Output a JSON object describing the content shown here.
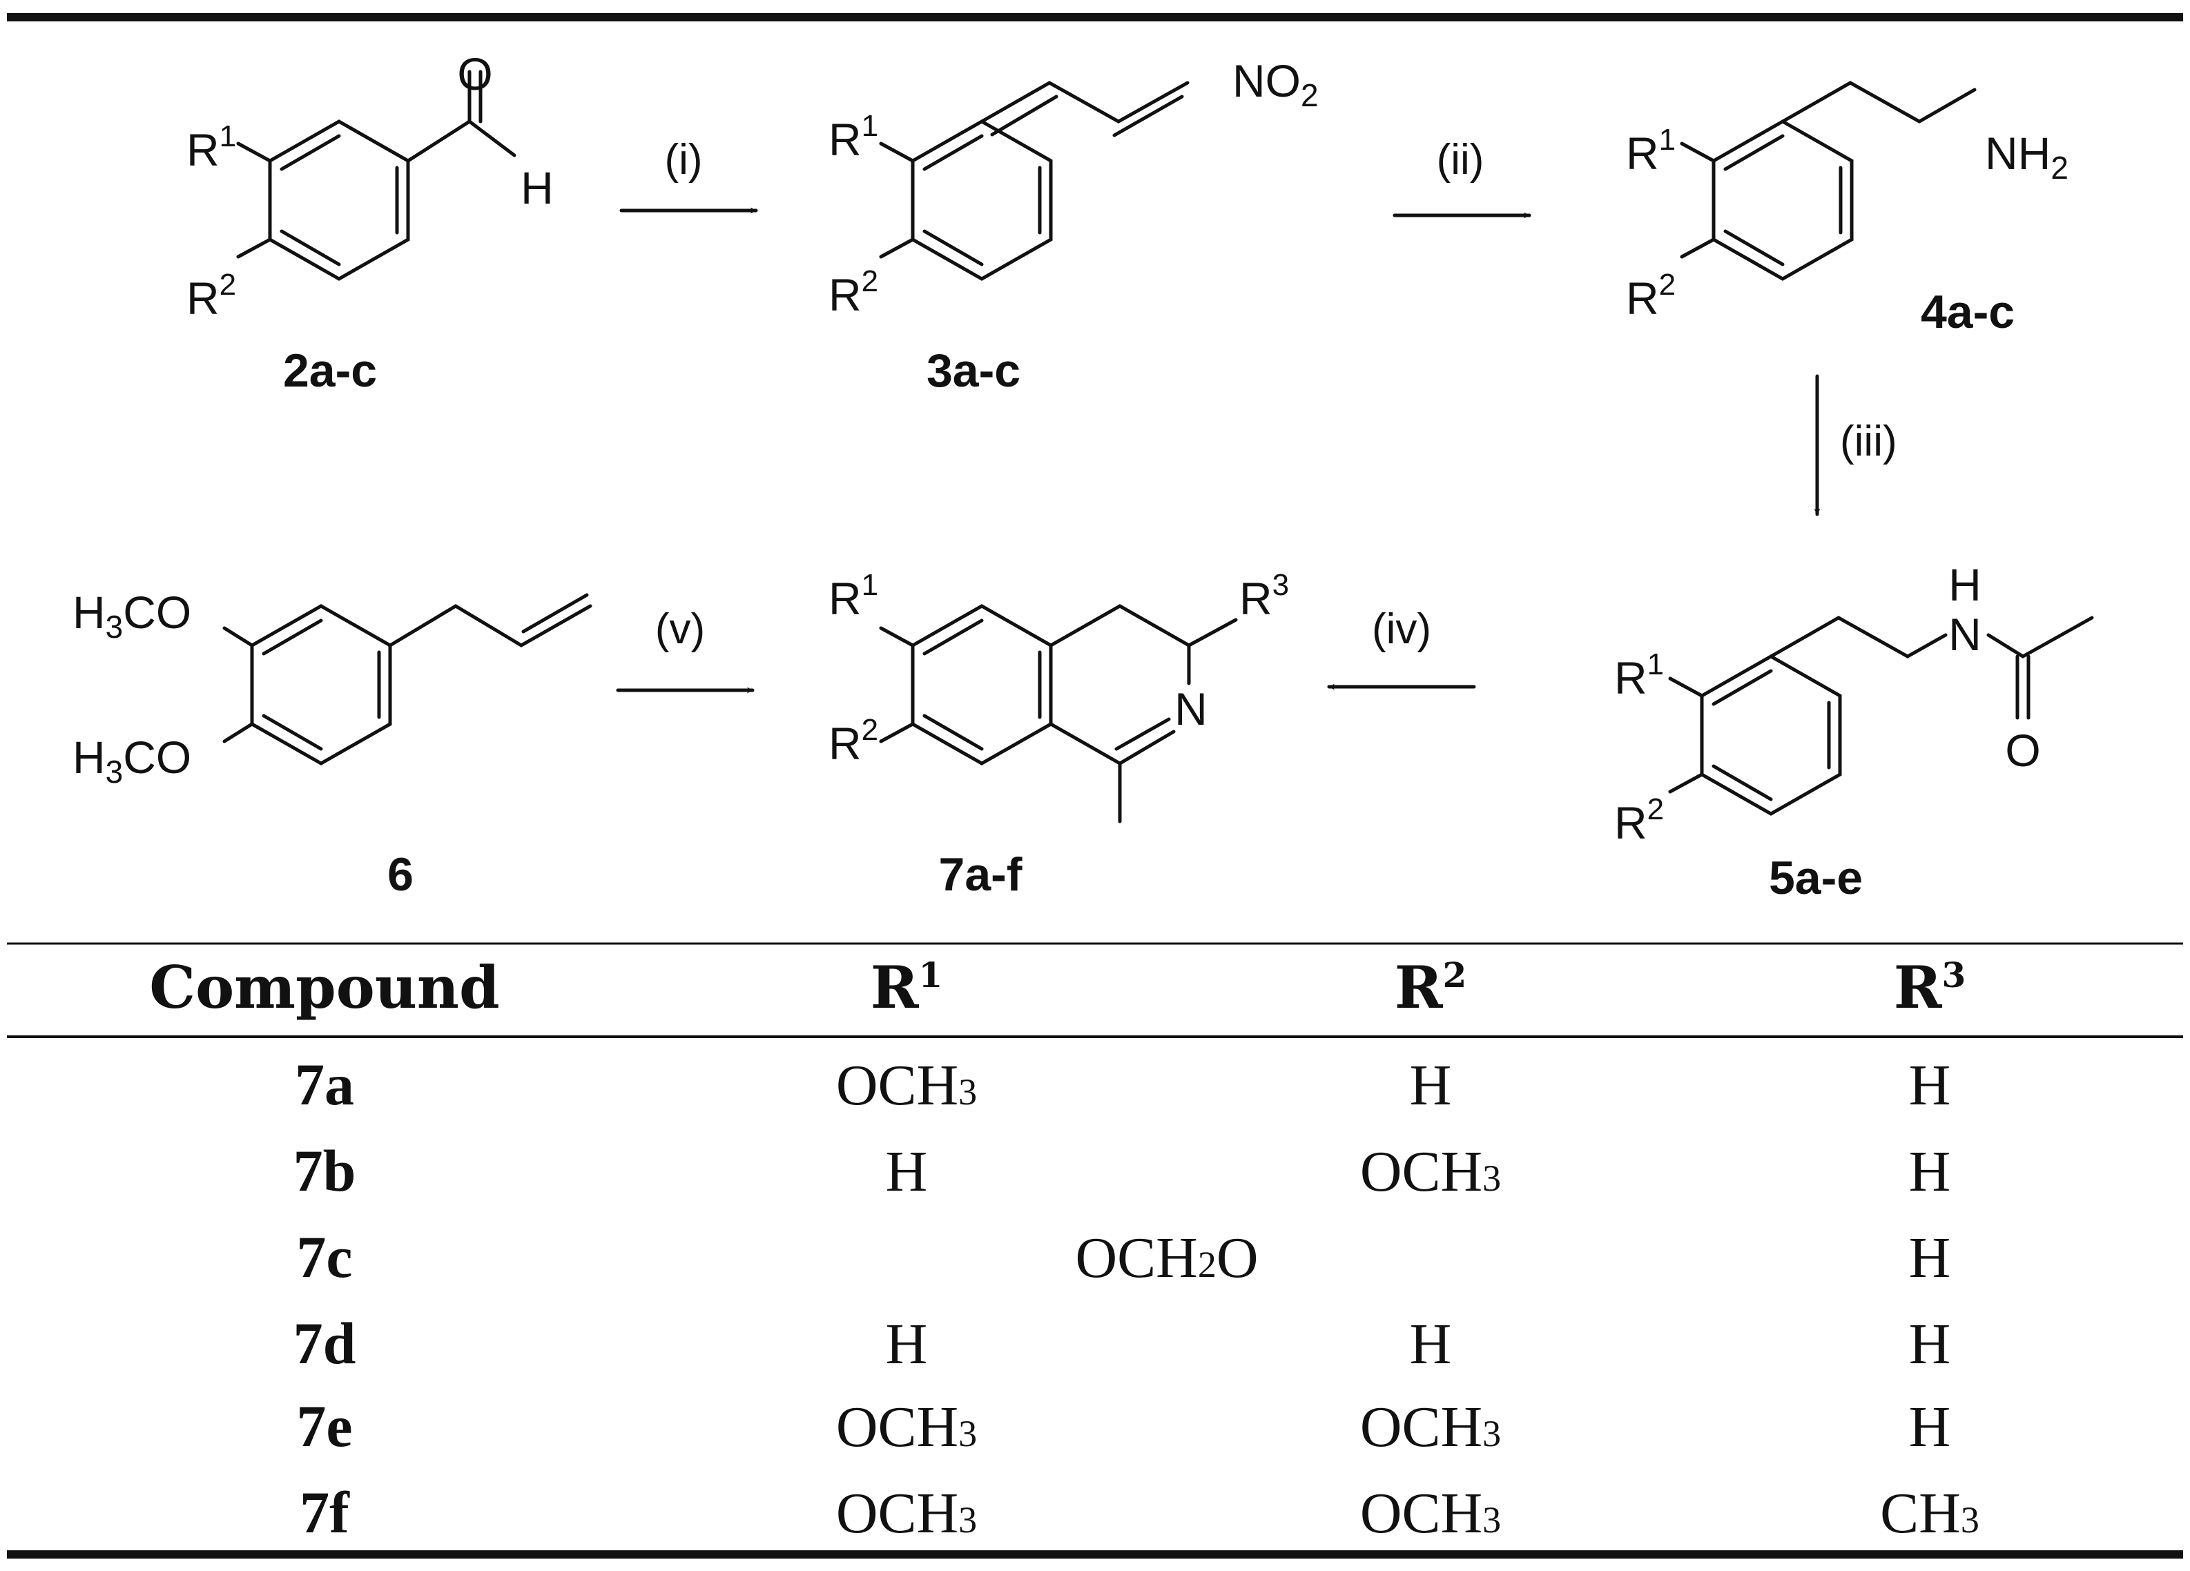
{
  "scheme": {
    "steps": [
      "(i)",
      "(ii)",
      "(iii)",
      "(iv)",
      "(v)"
    ],
    "labels": {
      "r1": "R",
      "r1_sup": "1",
      "r2": "R",
      "r2_sup": "2",
      "r3": "R",
      "r3_sup": "3",
      "o": "O",
      "h": "H",
      "n": "N",
      "no2": "NO",
      "no2_sub": "2",
      "nh2": "NH",
      "nh2_sub": "2",
      "h3co": "H",
      "h3co_sub": "3",
      "h3co_rest": "CO"
    },
    "compounds": {
      "c2": "2a-c",
      "c3": "3a-c",
      "c4": "4a-c",
      "c5": "5a-e",
      "c6": "6",
      "c7": "7a-f"
    }
  },
  "table": {
    "headers": {
      "compound": "Compound",
      "r1": "R",
      "r1_sup": "1",
      "r2": "R",
      "r2_sup": "2",
      "r3": "R",
      "r3_sup": "3"
    },
    "rows": [
      {
        "compound": "7a",
        "r1": "OCH",
        "r1_sub": "3",
        "r2": "H",
        "r2_sub": "",
        "r3": "H",
        "r3_sub": ""
      },
      {
        "compound": "7b",
        "r1": "H",
        "r1_sub": "",
        "r2": "OCH",
        "r2_sub": "3",
        "r3": "H",
        "r3_sub": ""
      },
      {
        "compound": "7c",
        "merged_pre": "OCH",
        "merged_sub": "2",
        "merged_post": "O",
        "r3": "H",
        "r3_sub": ""
      },
      {
        "compound": "7d",
        "r1": "H",
        "r1_sub": "",
        "r2": "H",
        "r2_sub": "",
        "r3": "H",
        "r3_sub": ""
      },
      {
        "compound": "7e",
        "r1": "OCH",
        "r1_sub": "3",
        "r2": "OCH",
        "r2_sub": "3",
        "r3": "H",
        "r3_sub": ""
      },
      {
        "compound": "7f",
        "r1": "OCH",
        "r1_sub": "3",
        "r2": "OCH",
        "r2_sub": "3",
        "r3": "CH",
        "r3_sub": "3"
      }
    ]
  }
}
